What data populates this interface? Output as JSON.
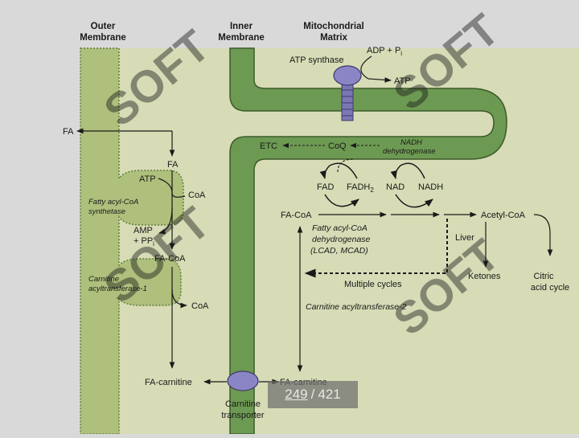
{
  "headers": {
    "outer_line1": "Outer",
    "outer_line2": "Membrane",
    "inner_line1": "Inner",
    "inner_line2": "Membrane",
    "matrix_line1": "Mitochondrial",
    "matrix_line2": "Matrix"
  },
  "labels": {
    "atp_synthase": "ATP synthase",
    "adp_pi": "ADP + P",
    "adp_pi_sub": "i",
    "atp_out": "ATP",
    "fa_out": "FA",
    "fa": "FA",
    "atp": "ATP",
    "coa1": "CoA",
    "fatty_acyl_synthetase_1": "Fatty acyl-CoA",
    "fatty_acyl_synthetase_2": "synthetase",
    "amp": "AMP",
    "ppi": "+ PP",
    "ppi_sub": "i",
    "fa_coa_left": "FA-CoA",
    "cat1_line1": "Carnitine",
    "cat1_line2": "acyltransferase-1",
    "coa2": "CoA",
    "fa_carnitine_left": "FA-carnitine",
    "fa_carnitine_right": "FA-carnitine",
    "carnitine_transporter_1": "Carnitine",
    "carnitine_transporter_2": "transporter",
    "etc": "ETC",
    "coq": "CoQ",
    "nadh_dh_1": "NADH",
    "nadh_dh_2": "dehydrogenase",
    "fad": "FAD",
    "fadh2": "FADH",
    "fadh2_sub": "2",
    "nad": "NAD",
    "nadh": "NADH",
    "fa_coa_right": "FA-CoA",
    "facd_1": "Fatty acyl-CoA",
    "facd_2": "dehydrogenase",
    "facd_3": "(LCAD, MCAD)",
    "acetyl_coa": "Acetyl-CoA",
    "liver": "Liver",
    "ketones": "Ketones",
    "citric_1": "Citric",
    "citric_2": "acid cycle",
    "multiple_cycles": "Multiple cycles",
    "cat2": "Carnitine acyltransferase-2"
  },
  "watermark": "SOFT",
  "pager": {
    "current": "249",
    "separator": "/",
    "total": "421"
  },
  "colors": {
    "outer_membrane": "#aec07c",
    "inner_membrane": "#6d9a52",
    "matrix": "#d7dcb6",
    "protein": "#8a86c6"
  }
}
